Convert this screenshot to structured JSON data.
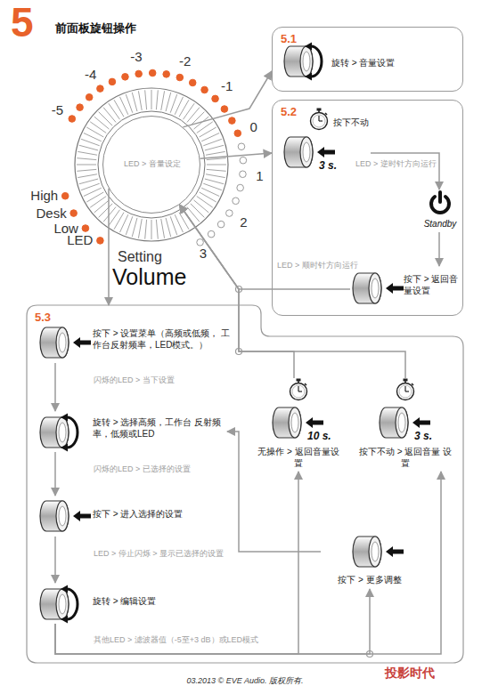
{
  "diagram": {
    "title": "前面板旋钮操作",
    "caption": "03.2013 © EVE Audio. 版权所有.",
    "nodes": [
      {
        "text": [
          "LED > 音量设定"
        ]
      },
      {
        "text": [
          "5.1"
        ]
      },
      {
        "text": [
          "旋转 > 音量设置"
        ],
        "in": 1
      },
      {
        "text": [
          "5.2"
        ]
      },
      {
        "text": [
          "按下不动",
          "3 s."
        ],
        "in": 3
      },
      {
        "text": [
          "Standby"
        ],
        "in": 3
      },
      {
        "text": [
          "按下 > 返回音量设置"
        ],
        "in": 3
      },
      {
        "text": [
          "5.3"
        ]
      },
      {
        "text": [
          "按下 > 设置菜单（高频或低频， 工作台反射频率，LED模式。）"
        ],
        "in": 7
      },
      {
        "text": [
          "旋转 > 选择高频，工作台 反射频率，低频或LED"
        ],
        "in": 7
      },
      {
        "text": [
          "按下 > 进入选择的设置"
        ],
        "in": 7
      },
      {
        "text": [
          "旋转 > 编辑设置"
        ],
        "in": 7
      },
      {
        "text": [
          "10 s.",
          "无操作 > 返回音量设置"
        ],
        "in": 7
      },
      {
        "text": [
          "3 s.",
          "按下不动 > 返回音量 设置"
        ],
        "in": 7
      },
      {
        "text": [
          "按下 > 更多调整"
        ],
        "in": 7
      }
    ],
    "edges": [
      {
        "from": 0,
        "to": 1,
        "arrow": "to"
      },
      {
        "from": 0,
        "to": 3,
        "arrow": "to"
      },
      {
        "from": 0,
        "to": 7,
        "arrow": "to"
      },
      {
        "from": 4,
        "to": 5,
        "label": "LED > 逆时针方向运行",
        "arrow": "to"
      },
      {
        "from": 5,
        "to": 6,
        "arrow": "to"
      },
      {
        "from": 6,
        "to": 0,
        "label": "LED > 顺时针方向运行",
        "arrow": "to"
      },
      {
        "from": 8,
        "to": 9,
        "label": "闪烁的LED > 当下设置",
        "arrow": "to"
      },
      {
        "from": 9,
        "to": 10,
        "label": "闪烁的LED > 已选择的设置",
        "arrow": "to"
      },
      {
        "from": 10,
        "to": 11,
        "label": "LED > 停止闪烁 > 显示已选择的设置",
        "arrow": "to"
      },
      {
        "from": 11,
        "to": 14,
        "label": "其他LED > 滤波器值（-5至+3 dB）或LED模式",
        "arrow": "to"
      },
      {
        "from": 11,
        "to": 12,
        "arrow": "to"
      },
      {
        "from": 11,
        "to": 13,
        "arrow": "to"
      },
      {
        "from": 14,
        "to": 9,
        "arrow": "to"
      },
      {
        "from": 12,
        "to": 0,
        "arrow": "to"
      },
      {
        "from": 13,
        "to": 0,
        "arrow": "to"
      }
    ],
    "labels": [
      "5",
      "-5",
      "-4",
      "-3",
      "-2",
      "-1",
      "0",
      "1",
      "2",
      "3",
      "High",
      "Desk",
      "Low",
      "LED",
      "Setting",
      "Volume",
      "投影时代"
    ]
  }
}
